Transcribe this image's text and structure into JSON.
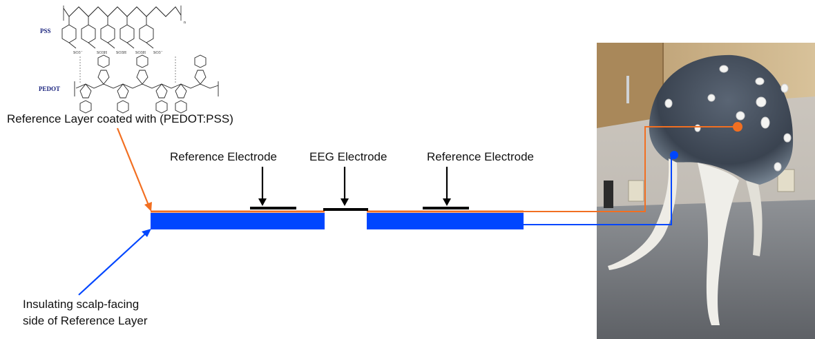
{
  "chemistry": {
    "pss_label": "PSS",
    "pedot_label": "PEDOT",
    "groups": [
      "SO3⁻",
      "SO3H",
      "SO3H",
      "SO3H",
      "SO3⁻"
    ],
    "subscript": "n"
  },
  "labels": {
    "reference_layer": "Reference Layer coated with (PEDOT:PSS)",
    "reference_electrode_left": "Reference Electrode",
    "eeg_electrode": "EEG Electrode",
    "reference_electrode_right": "Reference Electrode",
    "insulating_line1": "Insulating scalp-facing",
    "insulating_line2": "side of Reference Layer"
  },
  "colors": {
    "orange": "#f26f21",
    "blue": "#0046ff",
    "black": "#000000",
    "cap_dark": "#3f4a57"
  }
}
